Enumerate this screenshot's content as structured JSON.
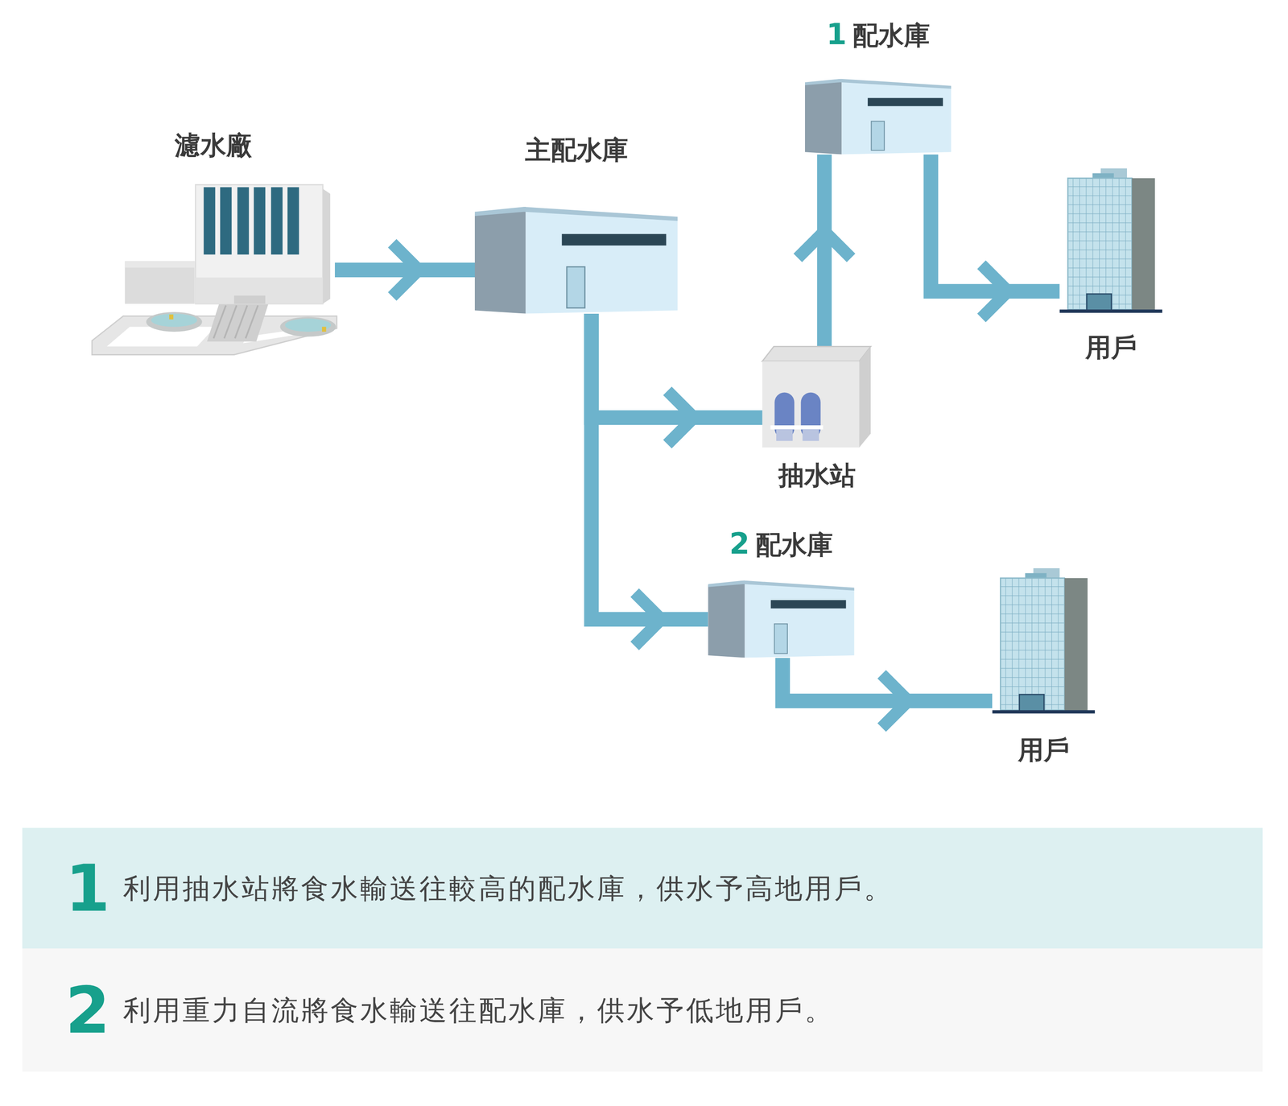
{
  "diagram": {
    "nodes": [
      {
        "text": [
          "濾水廠"
        ]
      },
      {
        "text": [
          "主配水庫"
        ]
      },
      {
        "text": [
          "1",
          "配水庫"
        ]
      },
      {
        "text": [
          "抽水站"
        ]
      },
      {
        "text": [
          "用戶"
        ]
      },
      {
        "text": [
          "2",
          "配水庫"
        ]
      },
      {
        "text": [
          "用戶"
        ]
      },
      {
        "text": [
          "1",
          "利用抽水站將食水輸送往較高的配水庫，供水予高地用戶。"
        ]
      },
      {
        "text": [
          "2",
          "利用重力自流將食水輸送往配水庫，供水予低地用戶。"
        ]
      }
    ],
    "edges": [
      {
        "from": 0,
        "to": 1,
        "arrow": "to"
      },
      {
        "from": 1,
        "to": 3,
        "arrow": "to"
      },
      {
        "from": 1,
        "to": 5,
        "arrow": "to"
      },
      {
        "from": 3,
        "to": 2,
        "arrow": "to"
      },
      {
        "from": 2,
        "to": 4,
        "arrow": "to"
      },
      {
        "from": 5,
        "to": 6,
        "arrow": "to"
      }
    ]
  }
}
